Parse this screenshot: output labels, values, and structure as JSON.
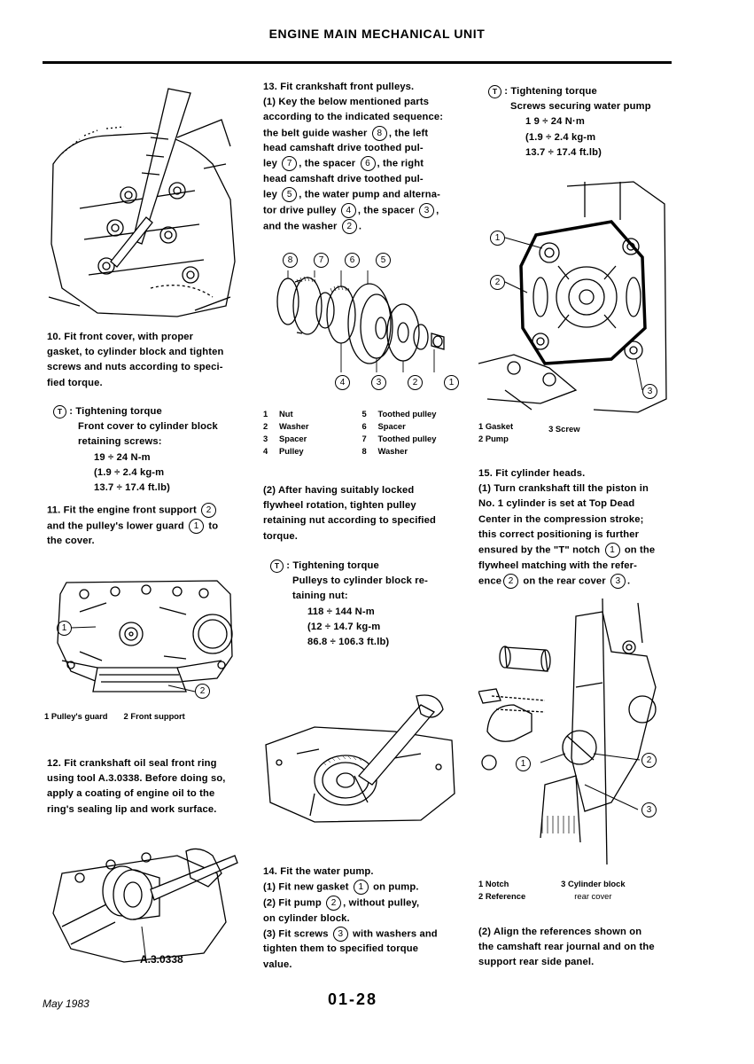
{
  "header": {
    "title": "ENGINE MAIN MECHANICAL UNIT"
  },
  "col1": {
    "step10": {
      "lines": [
        "10. Fit front cover, with proper",
        "gasket, to cylinder block and tighten",
        "screws and nuts according to speci-",
        "fied torque."
      ]
    },
    "torque10": {
      "symbol": "T",
      "label": ": Tightening torque",
      "desc1": "Front cover to cylinder block",
      "desc2": "retaining screws:",
      "v1": "19 ÷ 24 N-m",
      "v2": "(1.9 ÷ 2.4 kg-m",
      "v3": "13.7 ÷ 17.4 ft.lb)"
    },
    "step11": {
      "l1a": "11. Fit the engine front support",
      "l1n": "2",
      "l2a": "and the pulley's lower guard",
      "l2n": "1",
      "l2b": "to",
      "l3": "the cover."
    },
    "fig1_callouts": {
      "c1": "1",
      "c2": "2"
    },
    "fig1_caption": {
      "a": "1  Pulley's guard",
      "b": "2  Front support"
    },
    "step12": {
      "lines": [
        "12. Fit crankshaft oil seal front ring",
        "using tool A.3.0338. Before doing so,",
        "apply a coating of engine oil to the",
        "ring's sealing lip and work surface."
      ]
    },
    "fig2_label": "A.3.0338"
  },
  "col2": {
    "step13": {
      "l1": "13. Fit crankshaft front pulleys.",
      "l2": "(1) Key the below mentioned parts",
      "l3": "according to the indicated sequence:",
      "l4a": "the belt guide washer",
      "l4n": "8",
      "l4b": ", the left",
      "l5": "head camshaft drive toothed pul-",
      "l6a": "ley",
      "l6n": "7",
      "l6b": ", the spacer",
      "l6n2": "6",
      "l6c": ", the right",
      "l7": "head camshaft drive toothed pul-",
      "l8a": "ley",
      "l8n": "5",
      "l8b": ", the water pump and alterna-",
      "l9a": "tor drive pulley",
      "l9n": "4",
      "l9b": ", the spacer",
      "l9n2": "3",
      "l9c": ",",
      "l10a": "and the washer",
      "l10n": "2",
      "l10b": "."
    },
    "fig_pulley_callouts": {
      "top": [
        "8",
        "7",
        "6",
        "5"
      ],
      "bottom": [
        "4",
        "3",
        "2",
        "1"
      ]
    },
    "pulley_legend": [
      {
        "n": "1",
        "t": "Nut"
      },
      {
        "n": "5",
        "t": "Toothed pulley"
      },
      {
        "n": "2",
        "t": "Washer"
      },
      {
        "n": "6",
        "t": "Spacer"
      },
      {
        "n": "3",
        "t": "Spacer"
      },
      {
        "n": "7",
        "t": "Toothed pulley"
      },
      {
        "n": "4",
        "t": "Pulley"
      },
      {
        "n": "8",
        "t": "Washer"
      }
    ],
    "step13b": {
      "lines": [
        "(2) After having suitably locked",
        "flywheel rotation, tighten pulley",
        "retaining nut according to specified",
        "torque."
      ]
    },
    "torque13": {
      "symbol": "T",
      "label": ": Tightening torque",
      "desc1": "Pulleys to cylinder block re-",
      "desc2": "taining nut:",
      "v1": "118 ÷ 144 N-m",
      "v2": "(12 ÷ 14.7 kg-m",
      "v3": "86.8 ÷ 106.3 ft.lb)"
    },
    "step14": {
      "l1": "14. Fit the water pump.",
      "l2a": "(1) Fit new gasket",
      "l2n": "1",
      "l2b": "on pump.",
      "l3a": "(2) Fit pump",
      "l3n": "2",
      "l3b": ", without pulley,",
      "l4": "on cylinder block.",
      "l5a": "(3) Fit screws",
      "l5n": "3",
      "l5b": "with washers and",
      "l6": "tighten them to specified torque",
      "l7": "value."
    }
  },
  "col3": {
    "torque14": {
      "symbol": "T",
      "label": ": Tightening torque",
      "desc1": "Screws securing water pump",
      "v1": "1 9 ÷ 24 N·m",
      "v2": "(1.9 ÷ 2.4 kg-m",
      "v3": "13.7 ÷ 17.4 ft.lb)"
    },
    "fig_pump_callouts": {
      "c1": "1",
      "c2": "2",
      "c3": "3"
    },
    "pump_legend": {
      "a": "1  Gasket",
      "b": "2  Pump",
      "c": "3  Screw"
    },
    "step15": {
      "l1": "15. Fit cylinder heads.",
      "l2": "(1) Turn crankshaft till the piston in",
      "l3": "No. 1 cylinder is set at Top Dead",
      "l4": "Center in the compression stroke;",
      "l5": "this correct positioning is further",
      "l6a": "ensured by the \"T\" notch",
      "l6n": "1",
      "l6b": "on the",
      "l7": "flywheel matching with the refer-",
      "l8a": "ence",
      "l8n": "2",
      "l8b": "on the rear cover",
      "l8n2": "3",
      "l8c": "."
    },
    "fig_cam_callouts": {
      "c1": "1",
      "c2": "2",
      "c3": "3"
    },
    "cam_legend": {
      "a": "1  Notch",
      "b": "2  Reference",
      "c": "3  Cylinder block",
      "d": "rear cover"
    },
    "step15b": {
      "lines": [
        "(2) Align the references shown on",
        "the camshaft rear journal and on the",
        "support rear side panel."
      ]
    }
  },
  "footer": {
    "date": "May  1983",
    "page": "01-28"
  }
}
